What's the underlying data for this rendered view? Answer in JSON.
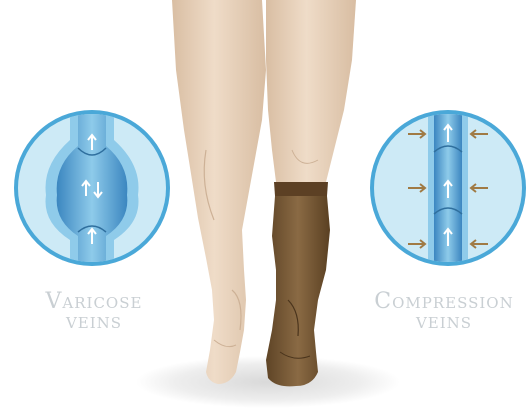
{
  "labels": {
    "varicose_line1_initial": "V",
    "varicose_line1_rest": "aricose",
    "varicose_line2": "veins",
    "compression_line1_initial": "C",
    "compression_line1_rest": "ompression",
    "compression_line2": "veins"
  },
  "icons": {
    "up_arrow": "arrow-up-icon",
    "down_arrow": "arrow-down-icon",
    "left_arrow": "arrow-left-icon",
    "right_arrow": "arrow-right-icon"
  },
  "colors": {
    "circle_ring": "#4aa8d8",
    "circle_fill": "#cdeaf6",
    "vein_blue": "#3f8fc9",
    "vein_light": "#8ac8ea",
    "skin": "#e8d3bc",
    "stocking": "#7a5a35",
    "compression_arrow": "#a07a44",
    "caption": "#c9cfd3"
  }
}
